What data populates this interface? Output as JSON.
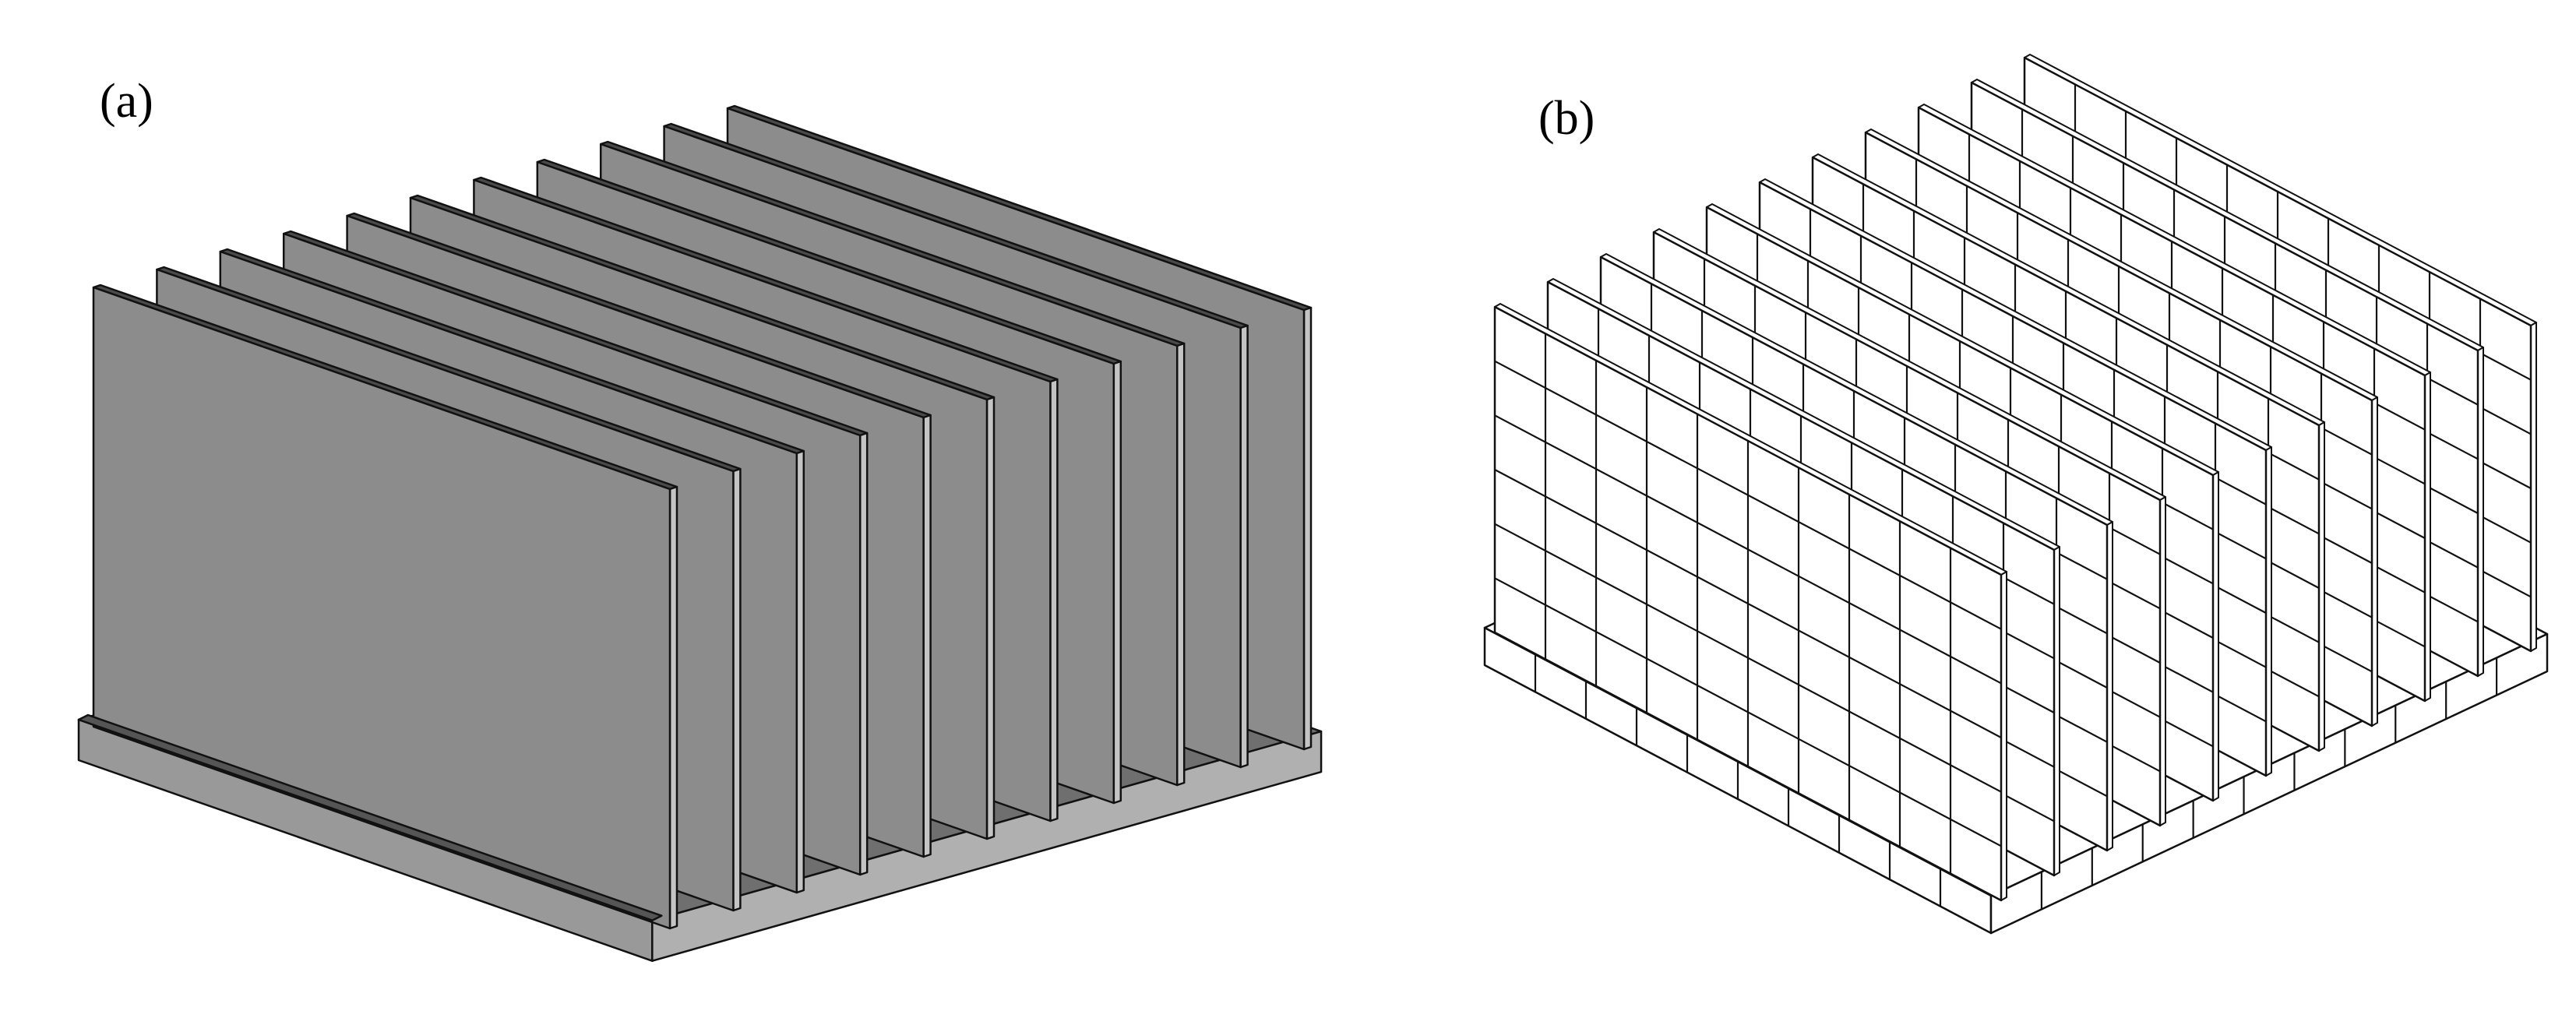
{
  "panels": [
    {
      "label": "(a)",
      "style": "solid",
      "fins": 11,
      "fin_color": "#8c8c8c",
      "base_color": "#b0b0b0"
    },
    {
      "label": "(b)",
      "style": "mesh",
      "fins": 11,
      "mesh_columns": 10,
      "mesh_rows": 6
    }
  ]
}
